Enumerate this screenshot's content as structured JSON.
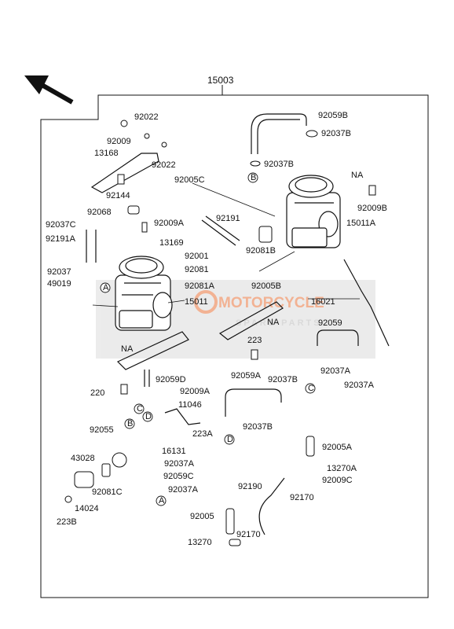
{
  "assembly": "15003",
  "parts": {
    "p92022a": "92022",
    "p92009": "92009",
    "p13168": "13168",
    "p92022b": "92022",
    "p92144": "92144",
    "p92005c": "92005C",
    "p92068": "92068",
    "p92009a_top": "92009A",
    "p92037c": "92037C",
    "p92191a": "92191A",
    "p13169": "13169",
    "p92191": "92191",
    "p92001": "92001",
    "p92081": "92081",
    "p92037": "92037",
    "p49019": "49019",
    "p92081a": "92081A",
    "p15011": "15011",
    "p92059b": "92059B",
    "p92037b_top": "92037B",
    "p92037b_mid": "92037B",
    "p92009b": "92009B",
    "p15011a": "15011A",
    "p92081b": "92081B",
    "p92005b": "92005B",
    "p16021": "16021",
    "p92059": "92059",
    "p223": "223",
    "p92059d": "92059D",
    "p92009a_mid": "92009A",
    "p220": "220",
    "p92059a": "92059A",
    "p92037b_low": "92037B",
    "p92037a_r1": "92037A",
    "p92037a_r2": "92037A",
    "p11046": "11046",
    "p223a": "223A",
    "p92037b_d": "92037B",
    "p92055": "92055",
    "p16131": "16131",
    "p43028": "43028",
    "p92037a_l1": "92037A",
    "p92059c": "92059C",
    "p92037a_l2": "92037A",
    "p92081c": "92081C",
    "p14024": "14024",
    "p223b": "223B",
    "p92005a": "92005A",
    "p13270a": "13270A",
    "p92009c": "92009C",
    "p92190": "92190",
    "p92170a": "92170",
    "p92005": "92005",
    "p92170b": "92170",
    "p13270": "13270"
  },
  "markers": {
    "na1": "NA",
    "na2": "NA",
    "na3": "NA",
    "ref_a": "A",
    "ref_a2": "A",
    "ref_b": "B",
    "ref_b2": "B",
    "ref_c": "C",
    "ref_c2": "C",
    "ref_d": "D",
    "ref_d2": "D"
  },
  "watermark": {
    "line1": "MOTORCYCLE",
    "line2": "SPARE PARTS",
    "accent": "#e8743b"
  }
}
